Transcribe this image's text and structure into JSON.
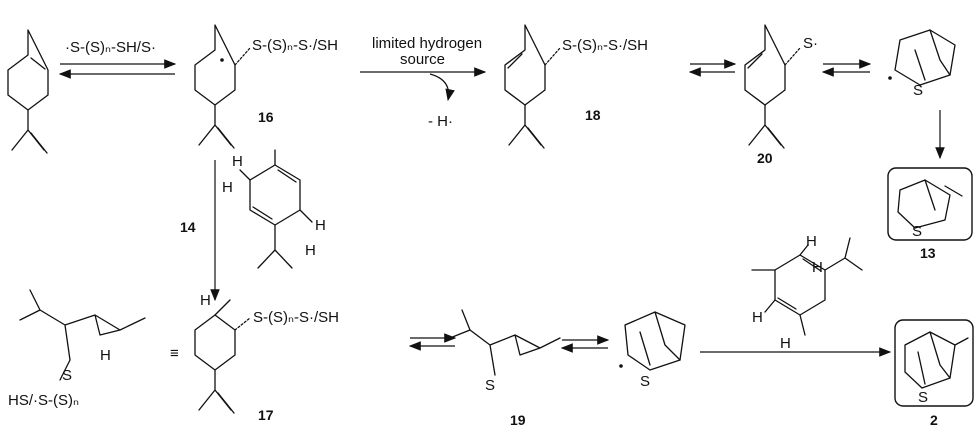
{
  "compound_labels": {
    "c16": "16",
    "c18": "18",
    "c20": "20",
    "c13": "13",
    "c14": "14",
    "c17": "17",
    "c19": "19",
    "c2": "2"
  },
  "reagents": {
    "step1": "·S-(S)ₙ-SH/S·",
    "step2_line1": "limited hydrogen",
    "step2_line2": "source",
    "minus_h": "- H·"
  },
  "substituents": {
    "s16": "S-(S)ₙ-S·/SH",
    "s18": "S-(S)ₙ-S·/SH",
    "s20": "S·",
    "s17": "S-(S)ₙ-S·/SH",
    "s17_alt": "HS/·S-(S)ₙ",
    "atom_S": "S",
    "atom_H": "H",
    "equiv": "≡"
  }
}
